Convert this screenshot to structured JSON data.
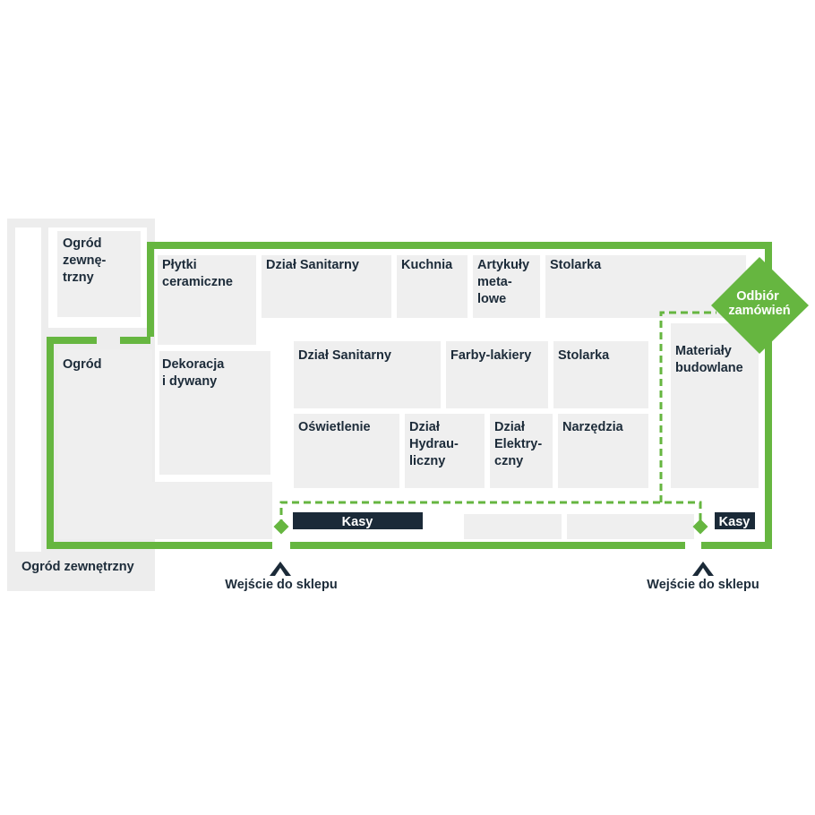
{
  "colors": {
    "brand_green": "#66b640",
    "dark_navy": "#1b2a38",
    "area_gray": "#efefef"
  },
  "icons": {
    "entrance": "chevron-up-icon",
    "path_marker": "diamond-icon"
  },
  "departments": {
    "ogrod_zewnetrzny_small": [
      "Ogród",
      "zewnę-",
      "trzny"
    ],
    "plytki": [
      "Płytki",
      "ceramiczne"
    ],
    "sanitarny_top": [
      "Dział Sanitarny"
    ],
    "kuchnia": [
      "Kuchnia"
    ],
    "artykuly": [
      "Artykuły",
      "meta-",
      "lowe"
    ],
    "stolarka_top": [
      "Stolarka"
    ],
    "ogrod": [
      "Ogród"
    ],
    "dekoracja": [
      "Dekoracja",
      "i dywany"
    ],
    "sanitarny_mid": [
      "Dział Sanitarny"
    ],
    "farby": [
      "Farby-lakiery"
    ],
    "stolarka_mid": [
      "Stolarka"
    ],
    "materialy": [
      "Materiały",
      "budowlane"
    ],
    "oswietlenie": [
      "Oświetlenie"
    ],
    "hydrauliczny": [
      "Dział",
      "Hydrau-",
      "liczny"
    ],
    "elektryczny": [
      "Dział",
      "Elektry-",
      "czny"
    ],
    "narzedzia": [
      "Narzędzia"
    ]
  },
  "labels": {
    "ogrod_zewnetrzny_outer": "Ogród zewnętrzny",
    "kasy_main": "Kasy",
    "kasy_right": "Kasy",
    "odbior": [
      "Odbiór",
      "zamówień"
    ],
    "entrance_left": "Wejście do sklepu",
    "entrance_right": "Wejście do sklepu"
  }
}
